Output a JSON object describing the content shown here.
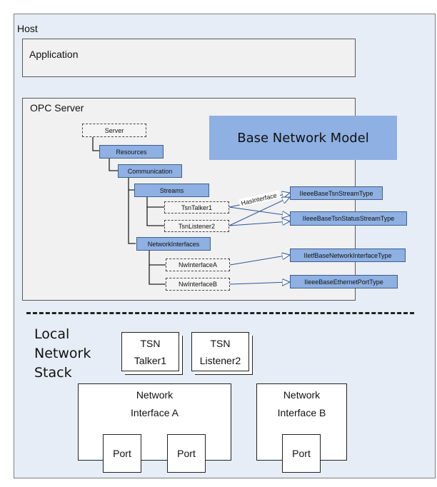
{
  "host": {
    "label": "Host"
  },
  "application": {
    "label": "Application"
  },
  "opc_server": {
    "label": "OPC Server",
    "base_model_label": "Base Network Model",
    "tree": {
      "server": "Server",
      "resources": "Resources",
      "communication": "Communication",
      "streams": "Streams",
      "tsn_talker": "TsnTalker1",
      "tsn_listener": "TsnListener2",
      "network_interfaces": "NetworkInterfaces",
      "nw_interface_a": "NwInterfaceA",
      "nw_interface_b": "NwInterfaceB"
    },
    "types": {
      "stream_type": "IIeeeBaseTsnStreamType",
      "status_stream_type": "IIeeeBaseTsnStatusStreamType",
      "network_interface_type": "IIetfBaseNetworkInterfaceType",
      "ethernet_port_type": "IIeeeBaseEthernetPortType"
    },
    "reference_label": "HasInterface"
  },
  "local_stack": {
    "label_lines": [
      "Local",
      "Network",
      "Stack"
    ],
    "tsn_talker": [
      "TSN",
      "Talker1"
    ],
    "tsn_listener": [
      "TSN",
      "Listener2"
    ],
    "interface_a": [
      "Network",
      "Interface A"
    ],
    "interface_b": [
      "Network",
      "Interface B"
    ],
    "port_label": "Port"
  },
  "colors": {
    "host_bg": "#e6edf6",
    "box_bg": "#f1f1f1",
    "node_blue": "#8eb0e2",
    "arrow": "#2f5597"
  }
}
